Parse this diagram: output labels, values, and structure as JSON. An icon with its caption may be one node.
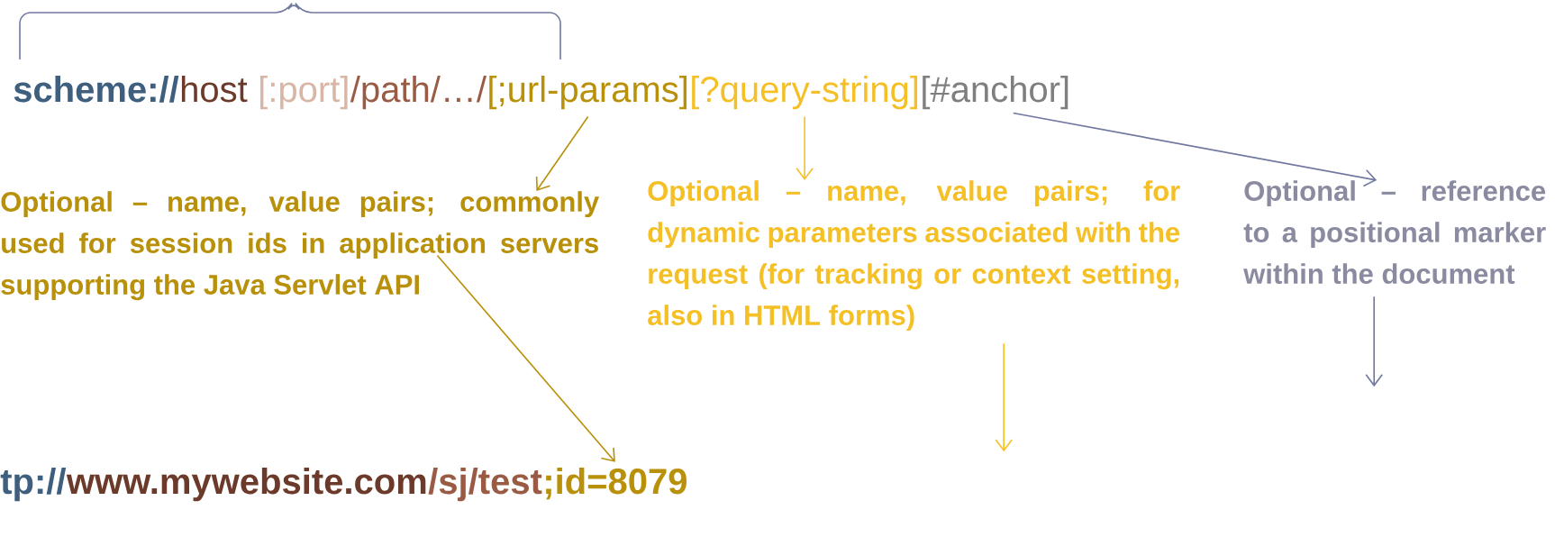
{
  "diagram": {
    "nodes": [
      {
        "text": [
          "scheme://"
        ]
      },
      {
        "text": [
          "host"
        ]
      },
      {
        "text": [
          "[:port]"
        ]
      },
      {
        "text": [
          "/path/…/"
        ]
      },
      {
        "text": [
          "[;url-params]"
        ]
      },
      {
        "text": [
          "[?query-string]"
        ]
      },
      {
        "text": [
          "[#anchor]"
        ]
      },
      {
        "text": [
          "Optional – name, value pairs; commonly used for session ids in application servers supporting the Java Servlet  API"
        ]
      },
      {
        "text": [
          "Optional – name, value pairs; for dynamic parameters associated with the request (for tracking or context setting, also in HTML forms)"
        ]
      },
      {
        "text": [
          "Optional – reference to a positional marker within the document"
        ]
      },
      {
        "text": [
          "tp://"
        ]
      },
      {
        "text": [
          "www.mywebsite.com"
        ]
      },
      {
        "text": [
          "/sj/test"
        ]
      },
      {
        "text": [
          ";id=8079"
        ]
      }
    ],
    "edges": [
      {
        "from": 4,
        "to": 7,
        "arrow": "to",
        "color": "#b8900a"
      },
      {
        "from": 5,
        "to": 8,
        "arrow": "to",
        "color": "#f5bf26"
      },
      {
        "from": 6,
        "to": 9,
        "arrow": "to",
        "color": "#7078a0"
      },
      {
        "from": 7,
        "to": 13,
        "arrow": "to",
        "color": "#b8900a"
      },
      {
        "from": 8,
        "to": null,
        "arrow": "to",
        "color": "#f5bf26"
      },
      {
        "from": 9,
        "to": null,
        "arrow": "to",
        "color": "#7078a0"
      }
    ]
  }
}
